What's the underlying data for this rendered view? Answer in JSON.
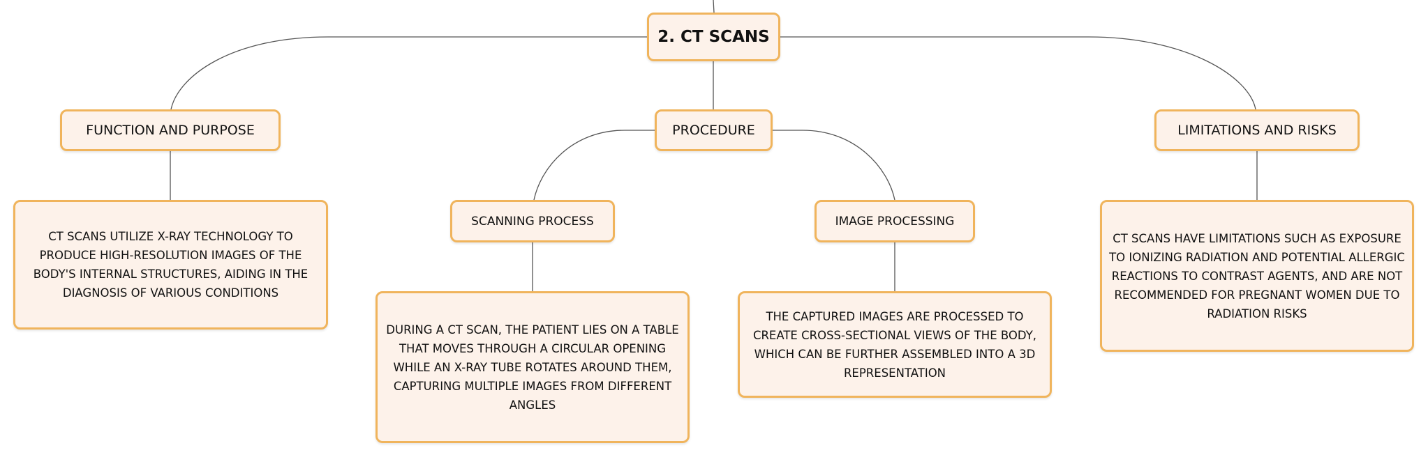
{
  "diagram": {
    "root": {
      "label": "2. CT SCANS"
    },
    "topics": {
      "function": {
        "label": "FUNCTION AND PURPOSE"
      },
      "procedure": {
        "label": "PROCEDURE"
      },
      "limitations": {
        "label": "LIMITATIONS AND RISKS"
      }
    },
    "subtopics": {
      "scanning": {
        "label": "SCANNING PROCESS"
      },
      "imaging": {
        "label": "IMAGE PROCESSING"
      }
    },
    "details": {
      "function": "CT SCANS UTILIZE X-RAY TECHNOLOGY TO PRODUCE HIGH-RESOLUTION IMAGES OF THE BODY'S INTERNAL STRUCTURES, AIDING IN THE DIAGNOSIS OF VARIOUS CONDITIONS",
      "scanning": "DURING A CT SCAN, THE PATIENT LIES ON A TABLE THAT MOVES THROUGH A CIRCULAR OPENING WHILE AN X-RAY TUBE ROTATES AROUND THEM, CAPTURING MULTIPLE IMAGES FROM DIFFERENT ANGLES",
      "imaging": "THE CAPTURED IMAGES ARE PROCESSED TO CREATE CROSS-SECTIONAL VIEWS OF THE BODY, WHICH CAN BE FURTHER ASSEMBLED INTO A 3D REPRESENTATION",
      "limitations": "CT SCANS HAVE LIMITATIONS SUCH AS EXPOSURE TO IONIZING RADIATION AND POTENTIAL ALLERGIC REACTIONS TO CONTRAST AGENTS, AND ARE NOT RECOMMENDED FOR PREGNANT WOMEN DUE TO RADIATION RISKS"
    },
    "colors": {
      "node_fill": "#fdf2ea",
      "node_border": "#f0b45c",
      "connector": "#555555"
    }
  }
}
